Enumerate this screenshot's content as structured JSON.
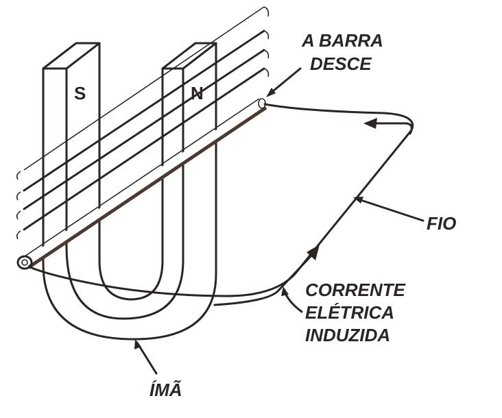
{
  "diagram": {
    "labels": {
      "rod_line1": "A BARRA",
      "rod_line2": "DESCE",
      "wire": "FIO",
      "current_line1": "CORRENTE",
      "current_line2": "ELÉTRICA",
      "current_line3": "INDUZIDA",
      "magnet": "ÍMÃ",
      "south_pole": "S",
      "north_pole": "N"
    },
    "colors": {
      "ink": "#2a2522",
      "rod_shade": "#4a3a32"
    }
  }
}
